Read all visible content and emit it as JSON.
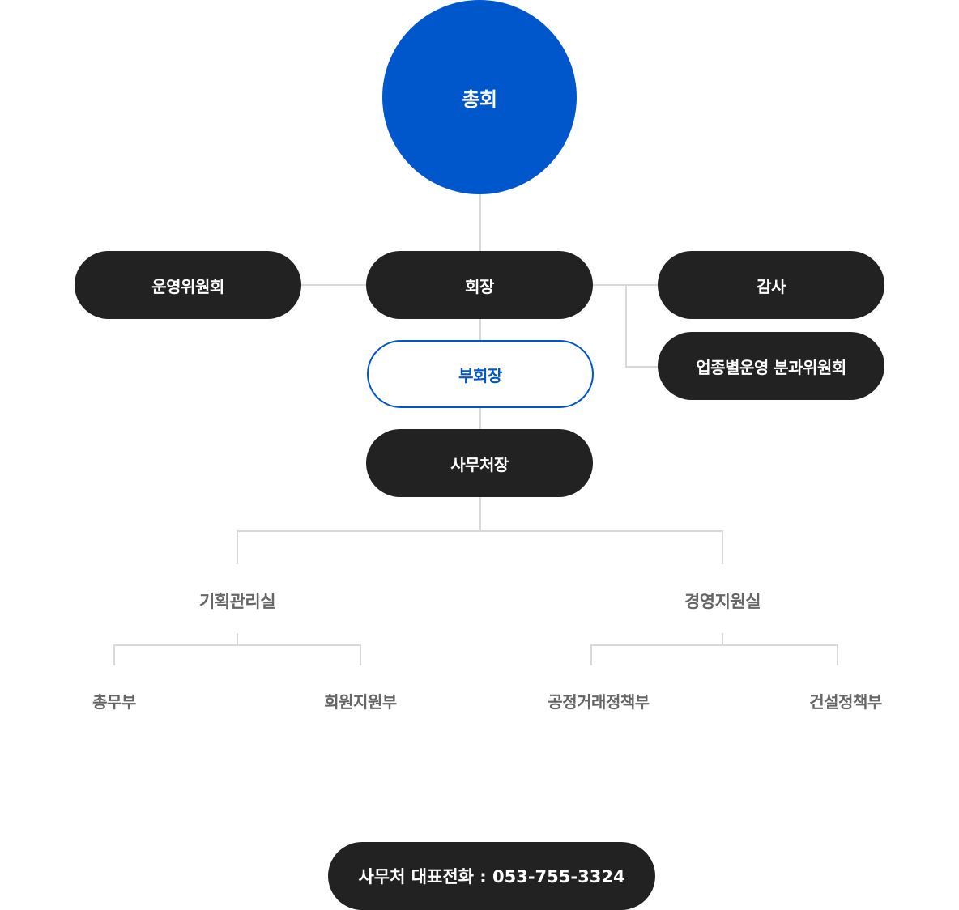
{
  "org_chart": {
    "top": "총회",
    "chairman": "회장",
    "steering_committee": "운영위원회",
    "auditor": "감사",
    "industry_committee": "업종별운영 분과위원회",
    "vice_chairman": "부회장",
    "secretary_general": "사무처장",
    "departments": [
      {
        "name": "기획관리실",
        "teams": [
          "총무부",
          "회원지원부"
        ]
      },
      {
        "name": "경영지원실",
        "teams": [
          "공정거래정책부",
          "건설정책부"
        ]
      }
    ]
  },
  "contact": {
    "label": "사무처 대표전화 : 053-755-3324"
  },
  "colors": {
    "accent_blue": "#0057cc",
    "dark_pill": "#222222",
    "connector": "#d9d9d9",
    "dept_text": "#666666"
  }
}
